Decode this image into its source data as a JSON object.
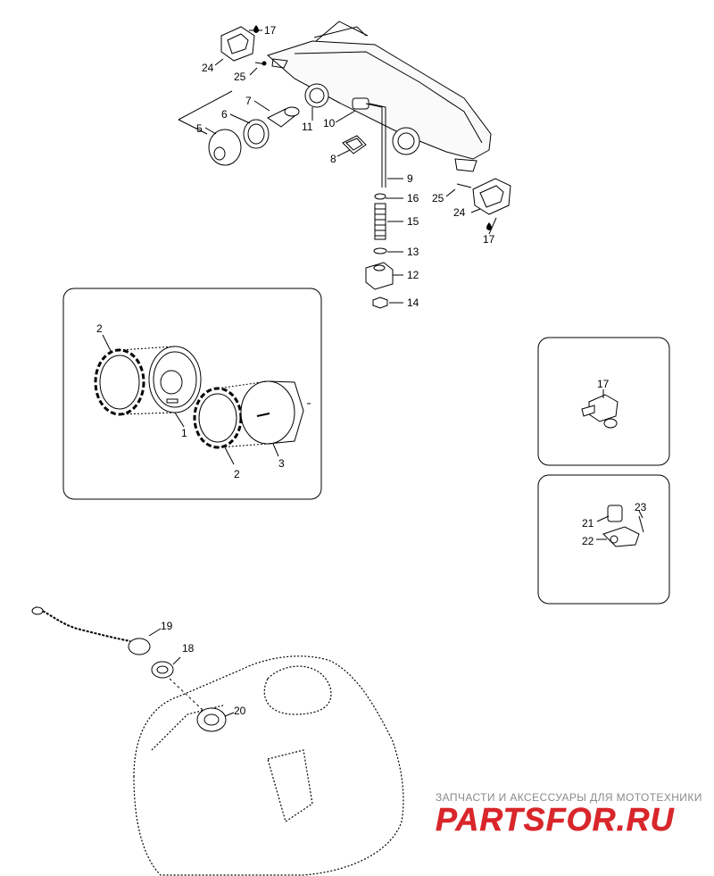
{
  "callouts": {
    "c1": "1",
    "c2a": "2",
    "c2b": "2",
    "c3": "3",
    "c5": "5",
    "c6": "6",
    "c7": "7",
    "c8": "8",
    "c9": "9",
    "c10": "10",
    "c11": "11",
    "c12": "12",
    "c13": "13",
    "c14": "14",
    "c15": "15",
    "c16": "16",
    "c17a": "17",
    "c17b": "17",
    "c17c": "17",
    "c18": "18",
    "c19": "19",
    "c20": "20",
    "c21": "21",
    "c22": "22",
    "c23": "23",
    "c24a": "24",
    "c24b": "24",
    "c25a": "25",
    "c25b": "25"
  },
  "watermark": {
    "tagline": "ЗАПЧАСТИ И АКСЕССУАРЫ ДЛЯ МОТОТЕХНИКИ",
    "logo": "PARTSFOR.RU"
  },
  "colors": {
    "line": "#000000",
    "logo_red": "#d8262b",
    "tagline_gray": "#8a8a8a"
  }
}
